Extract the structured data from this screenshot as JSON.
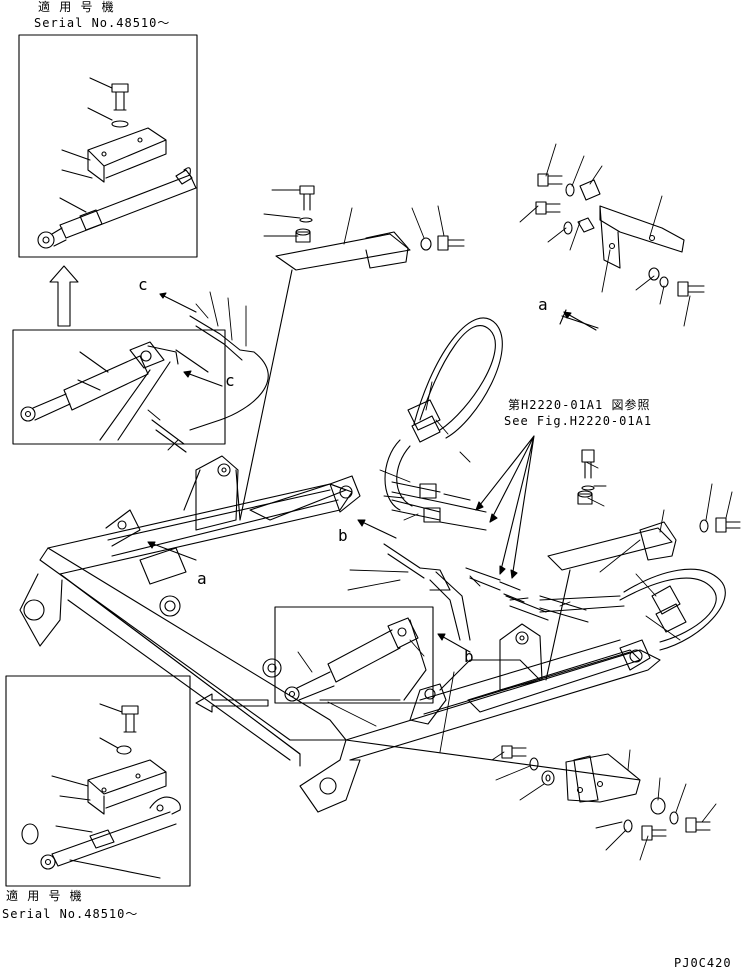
{
  "top_inset": {
    "jp_label": "適 用 号 機",
    "serial_label": "Serial No.48510～"
  },
  "bottom_inset": {
    "jp_label": "適 用 号 機",
    "serial_label": "Serial No.48510～"
  },
  "reference": {
    "jp_label": "第H2220-01A1 図参照",
    "en_label": "See Fig.H2220-01A1"
  },
  "callouts": {
    "a_top": "a",
    "a_main": "a",
    "b_left": "b",
    "b_right": "b",
    "c_top": "c",
    "c_inset": "c"
  },
  "drawing_code": "PJ0C420"
}
